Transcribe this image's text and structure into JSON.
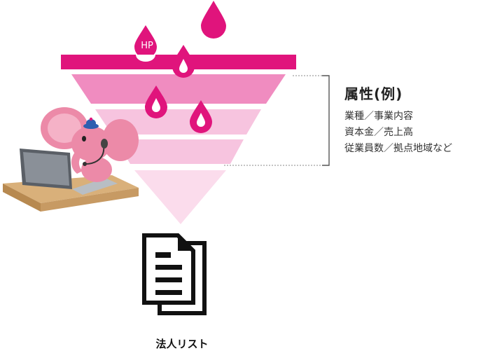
{
  "attributes": {
    "heading": "属性(例)",
    "items": [
      "業種／事業内容",
      "資本金／売上高",
      "従業員数／拠点地域など"
    ]
  },
  "funnel": {
    "hp_label": "HP",
    "output_label": "法人リスト"
  },
  "colors": {
    "magenta": "#e0147c",
    "pink_mid": "#f08cc0",
    "pink_light": "#f7c4df",
    "pink_pale": "#fbdcec",
    "mascot_pink": "#ec8aa8"
  },
  "icons": [
    "drop-icon",
    "document-stack-icon",
    "mascot-with-laptop"
  ]
}
